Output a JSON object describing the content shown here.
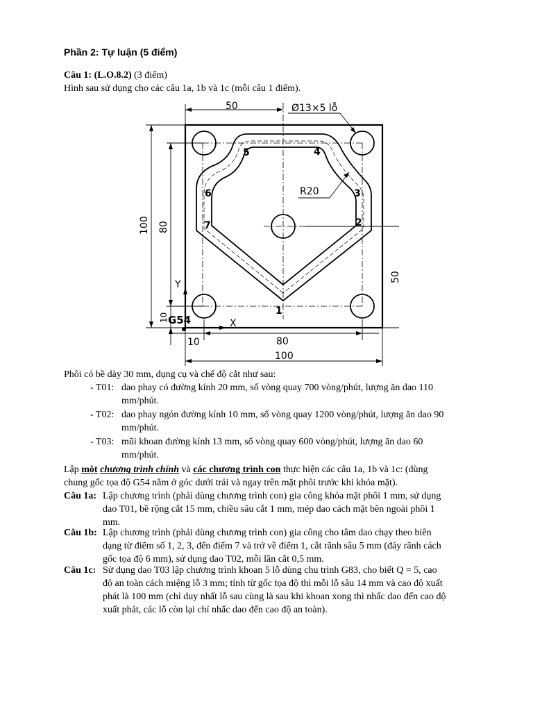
{
  "part_title": "Phần 2: Tự luận (5 điểm)",
  "question1": {
    "label": "Câu 1:",
    "code": "(L.O.8.2)",
    "points": "(3 điểm)",
    "intro": "Hình sau sử dụng cho các câu 1a, 1b và 1c (mỗi câu 1 điểm)."
  },
  "drawing": {
    "dim_top_50": "50",
    "hole_callout": "Ø13×5 lỗ",
    "dim_left_100": "100",
    "dim_left_80": "80",
    "axis_y": "Y",
    "axis_x": "X",
    "dim_left_10": "10",
    "origin_label": "G54",
    "dim_bottom_10": "10",
    "dim_bottom_80": "80",
    "dim_bottom_100": "100",
    "dim_right_50": "50",
    "radius_label": "R20",
    "points": [
      "1",
      "2",
      "3",
      "4",
      "5",
      "6",
      "7"
    ]
  },
  "stock_line": "Phôi có bề dày 30 mm, dụng cụ và chế độ cắt như sau:",
  "tools": [
    {
      "name": "T01:",
      "line1": "dao phay có đường kính 20 mm, số vòng quay 700 vòng/phút, lượng ăn dao 110",
      "line2": "mm/phút."
    },
    {
      "name": "T02:",
      "line1": "dao phay ngón đường kính 10 mm, số vòng quay 1200 vòng/phút, lượng ăn dao 90",
      "line2": "mm/phút."
    },
    {
      "name": "T03:",
      "line1": "mũi khoan đường kính 13 mm, số vòng quay 600 vòng/phút, lượng ăn dao 60",
      "line2": "mm/phút."
    }
  ],
  "program_para": {
    "prefix": "Lập ",
    "main_bold": "một",
    "main_italic": "chương trình chính",
    "and": " và ",
    "sub": "các chương trình con",
    "rest1": " thực hiện các câu 1a, 1b và 1c: (dùng",
    "line2": "chung gốc tọa độ G54 nằm ở góc dưới trái và ngay trên mặt phôi trước khi khỏa mặt)."
  },
  "questions": [
    {
      "label": "Câu 1a:",
      "lines": [
        "Lập chương trình (phải dùng chương trình con) gia công khỏa mặt phôi 1 mm, sử dụng",
        "dao T01, bề rộng cắt 15 mm, chiều sâu cắt 1 mm, mép dao cách mặt bên ngoài phôi 1",
        "mm."
      ]
    },
    {
      "label": "Câu 1b:",
      "lines": [
        "Lập chương trình (phải dùng chương trình con) gia công cho tâm dao chạy theo biên",
        "dạng từ điểm số 1, 2, 3, đến điểm 7 và trở về điểm 1, cắt rãnh sâu 5 mm (đáy rãnh cách",
        "gốc tọa độ 6 mm), sử dụng dao T02, mỗi lần cắt 0,5 mm."
      ]
    },
    {
      "label": "Câu 1c:",
      "lines": [
        "Sử dụng dao T03 lập chương trình khoan 5 lỗ dùng chu trình G83, cho biết Q = 5, cao",
        "độ an toàn cách miệng lỗ 3 mm; tính từ gốc tọa độ thì mỗi lỗ sâu 14 mm và cao độ xuất",
        "phát là 100 mm (chỉ duy nhất lỗ sau cùng là sau khi khoan xong thì nhấc dao đến cao độ",
        "xuất phát, các lỗ còn lại chỉ nhấc dao đến cao độ an toàn)."
      ]
    }
  ]
}
